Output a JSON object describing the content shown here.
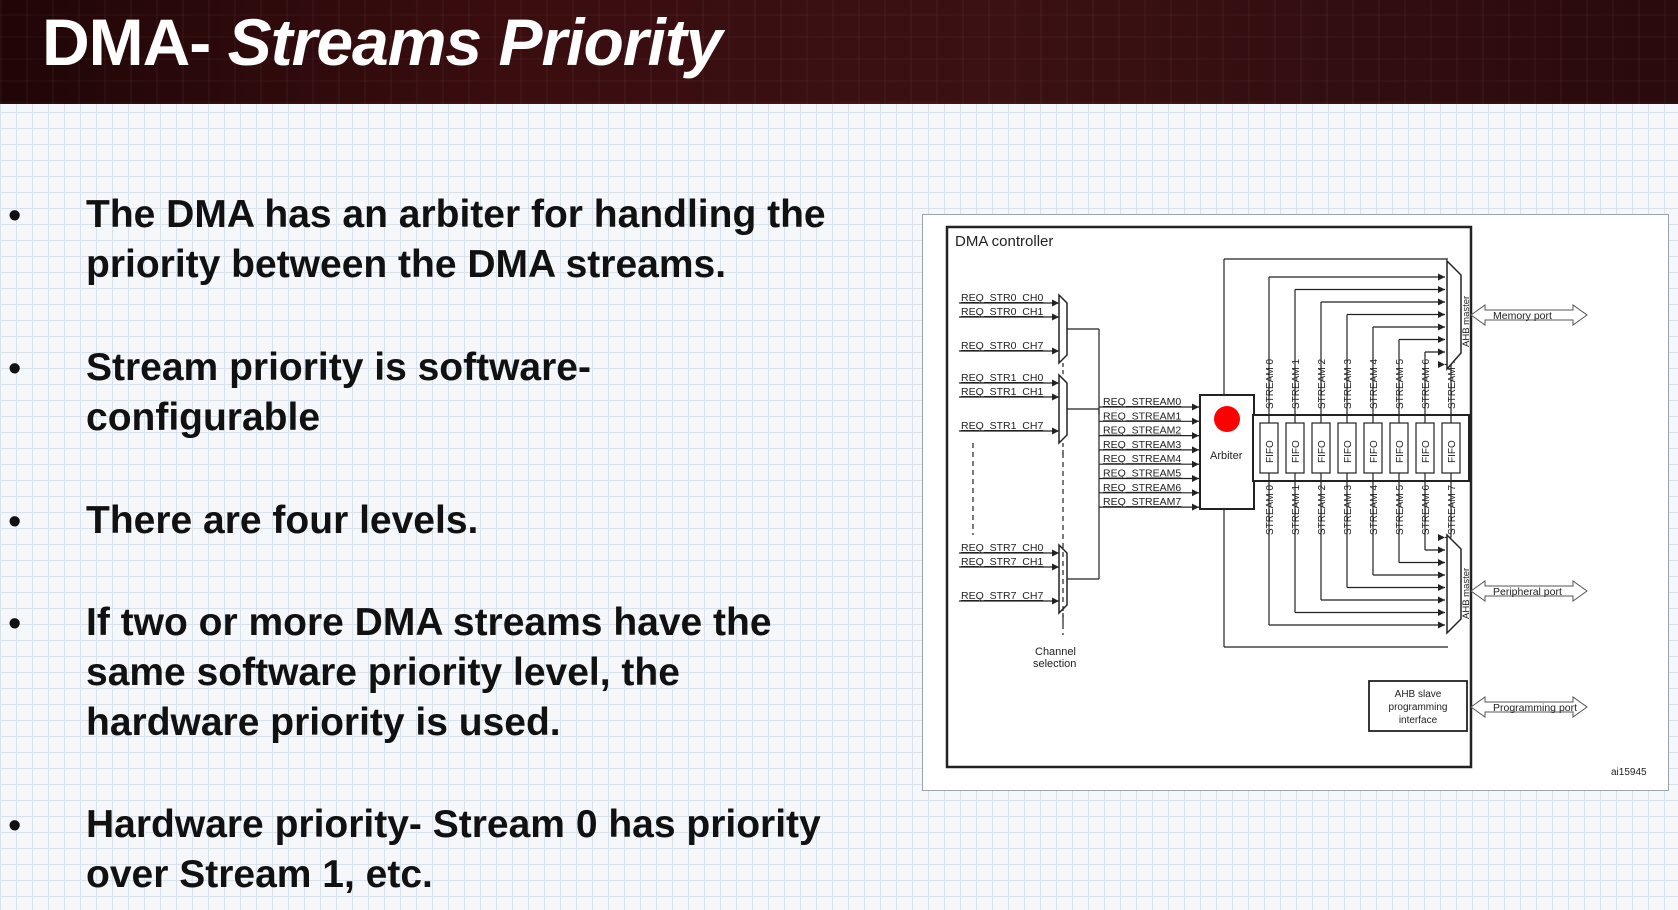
{
  "title": {
    "main": "DMA-",
    "italic": "Streams Priority"
  },
  "bullets": [
    {
      "text": "The DMA has an arbiter for handling the\npriority between the DMA streams."
    },
    {
      "text": "Stream priority is software-\nconfigurable"
    },
    {
      "text": "There are four levels."
    },
    {
      "text": "If two or more DMA streams have the\nsame software priority level, the\nhardware priority is used."
    },
    {
      "text": "Hardware priority- Stream 0 has priority\nover Stream 1, etc."
    }
  ],
  "bullet_glyph": "•",
  "diagram": {
    "controller_label": "DMA controller",
    "req_inputs": [
      {
        "group": 0,
        "labels": [
          "REQ_STR0_CH0",
          "REQ_STR0_CH1",
          "REQ_STR0_CH7"
        ]
      },
      {
        "group": 1,
        "labels": [
          "REQ_STR1_CH0",
          "REQ_STR1_CH1",
          "REQ_STR1_CH7"
        ]
      },
      {
        "group": 7,
        "labels": [
          "REQ_STR7_CH0",
          "REQ_STR7_CH1",
          "REQ_STR7_CH7"
        ]
      }
    ],
    "channel_selection_label": [
      "Channel",
      "selection"
    ],
    "req_streams": [
      "REQ_STREAM0",
      "REQ_STREAM1",
      "REQ_STREAM2",
      "REQ_STREAM3",
      "REQ_STREAM4",
      "REQ_STREAM5",
      "REQ_STREAM6",
      "REQ_STREAM7"
    ],
    "arbiter_label": "Arbiter",
    "streams": [
      "STREAM 0",
      "STREAM 1",
      "STREAM 2",
      "STREAM 3",
      "STREAM 4",
      "STREAM 5",
      "STREAM 6",
      "STREAM 7"
    ],
    "fifo_label": "FIFO",
    "ahb_master_label": "AHB master",
    "ports": {
      "memory": "Memory port",
      "peripheral": "Peripheral port",
      "programming": "Programming port"
    },
    "ahb_slave_label": [
      "AHB slave",
      "programming",
      "interface"
    ],
    "figure_id": "ai15945",
    "colors": {
      "arbiter_dot": "#ff0000",
      "line": "#222222"
    }
  }
}
